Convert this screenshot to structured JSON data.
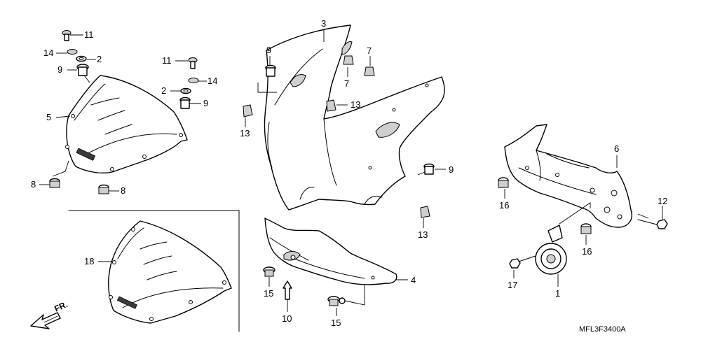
{
  "diagram": {
    "reference_code": "MFL3F3400A",
    "direction_indicator": "FR.",
    "callouts": {
      "c1": "1",
      "c2a": "2",
      "c2b": "2",
      "c3": "3",
      "c4": "4",
      "c5": "5",
      "c6": "6",
      "c7a": "7",
      "c7b": "7",
      "c8a": "8",
      "c8b": "8",
      "c9a": "9",
      "c9b": "9",
      "c9c": "9",
      "c9d": "9",
      "c10": "10",
      "c11a": "11",
      "c11b": "11",
      "c12": "12",
      "c13a": "13",
      "c13b": "13",
      "c13c": "13",
      "c14a": "14",
      "c14b": "14",
      "c15a": "15",
      "c15b": "15",
      "c16a": "16",
      "c16b": "16",
      "c17": "17",
      "c18": "18"
    }
  }
}
